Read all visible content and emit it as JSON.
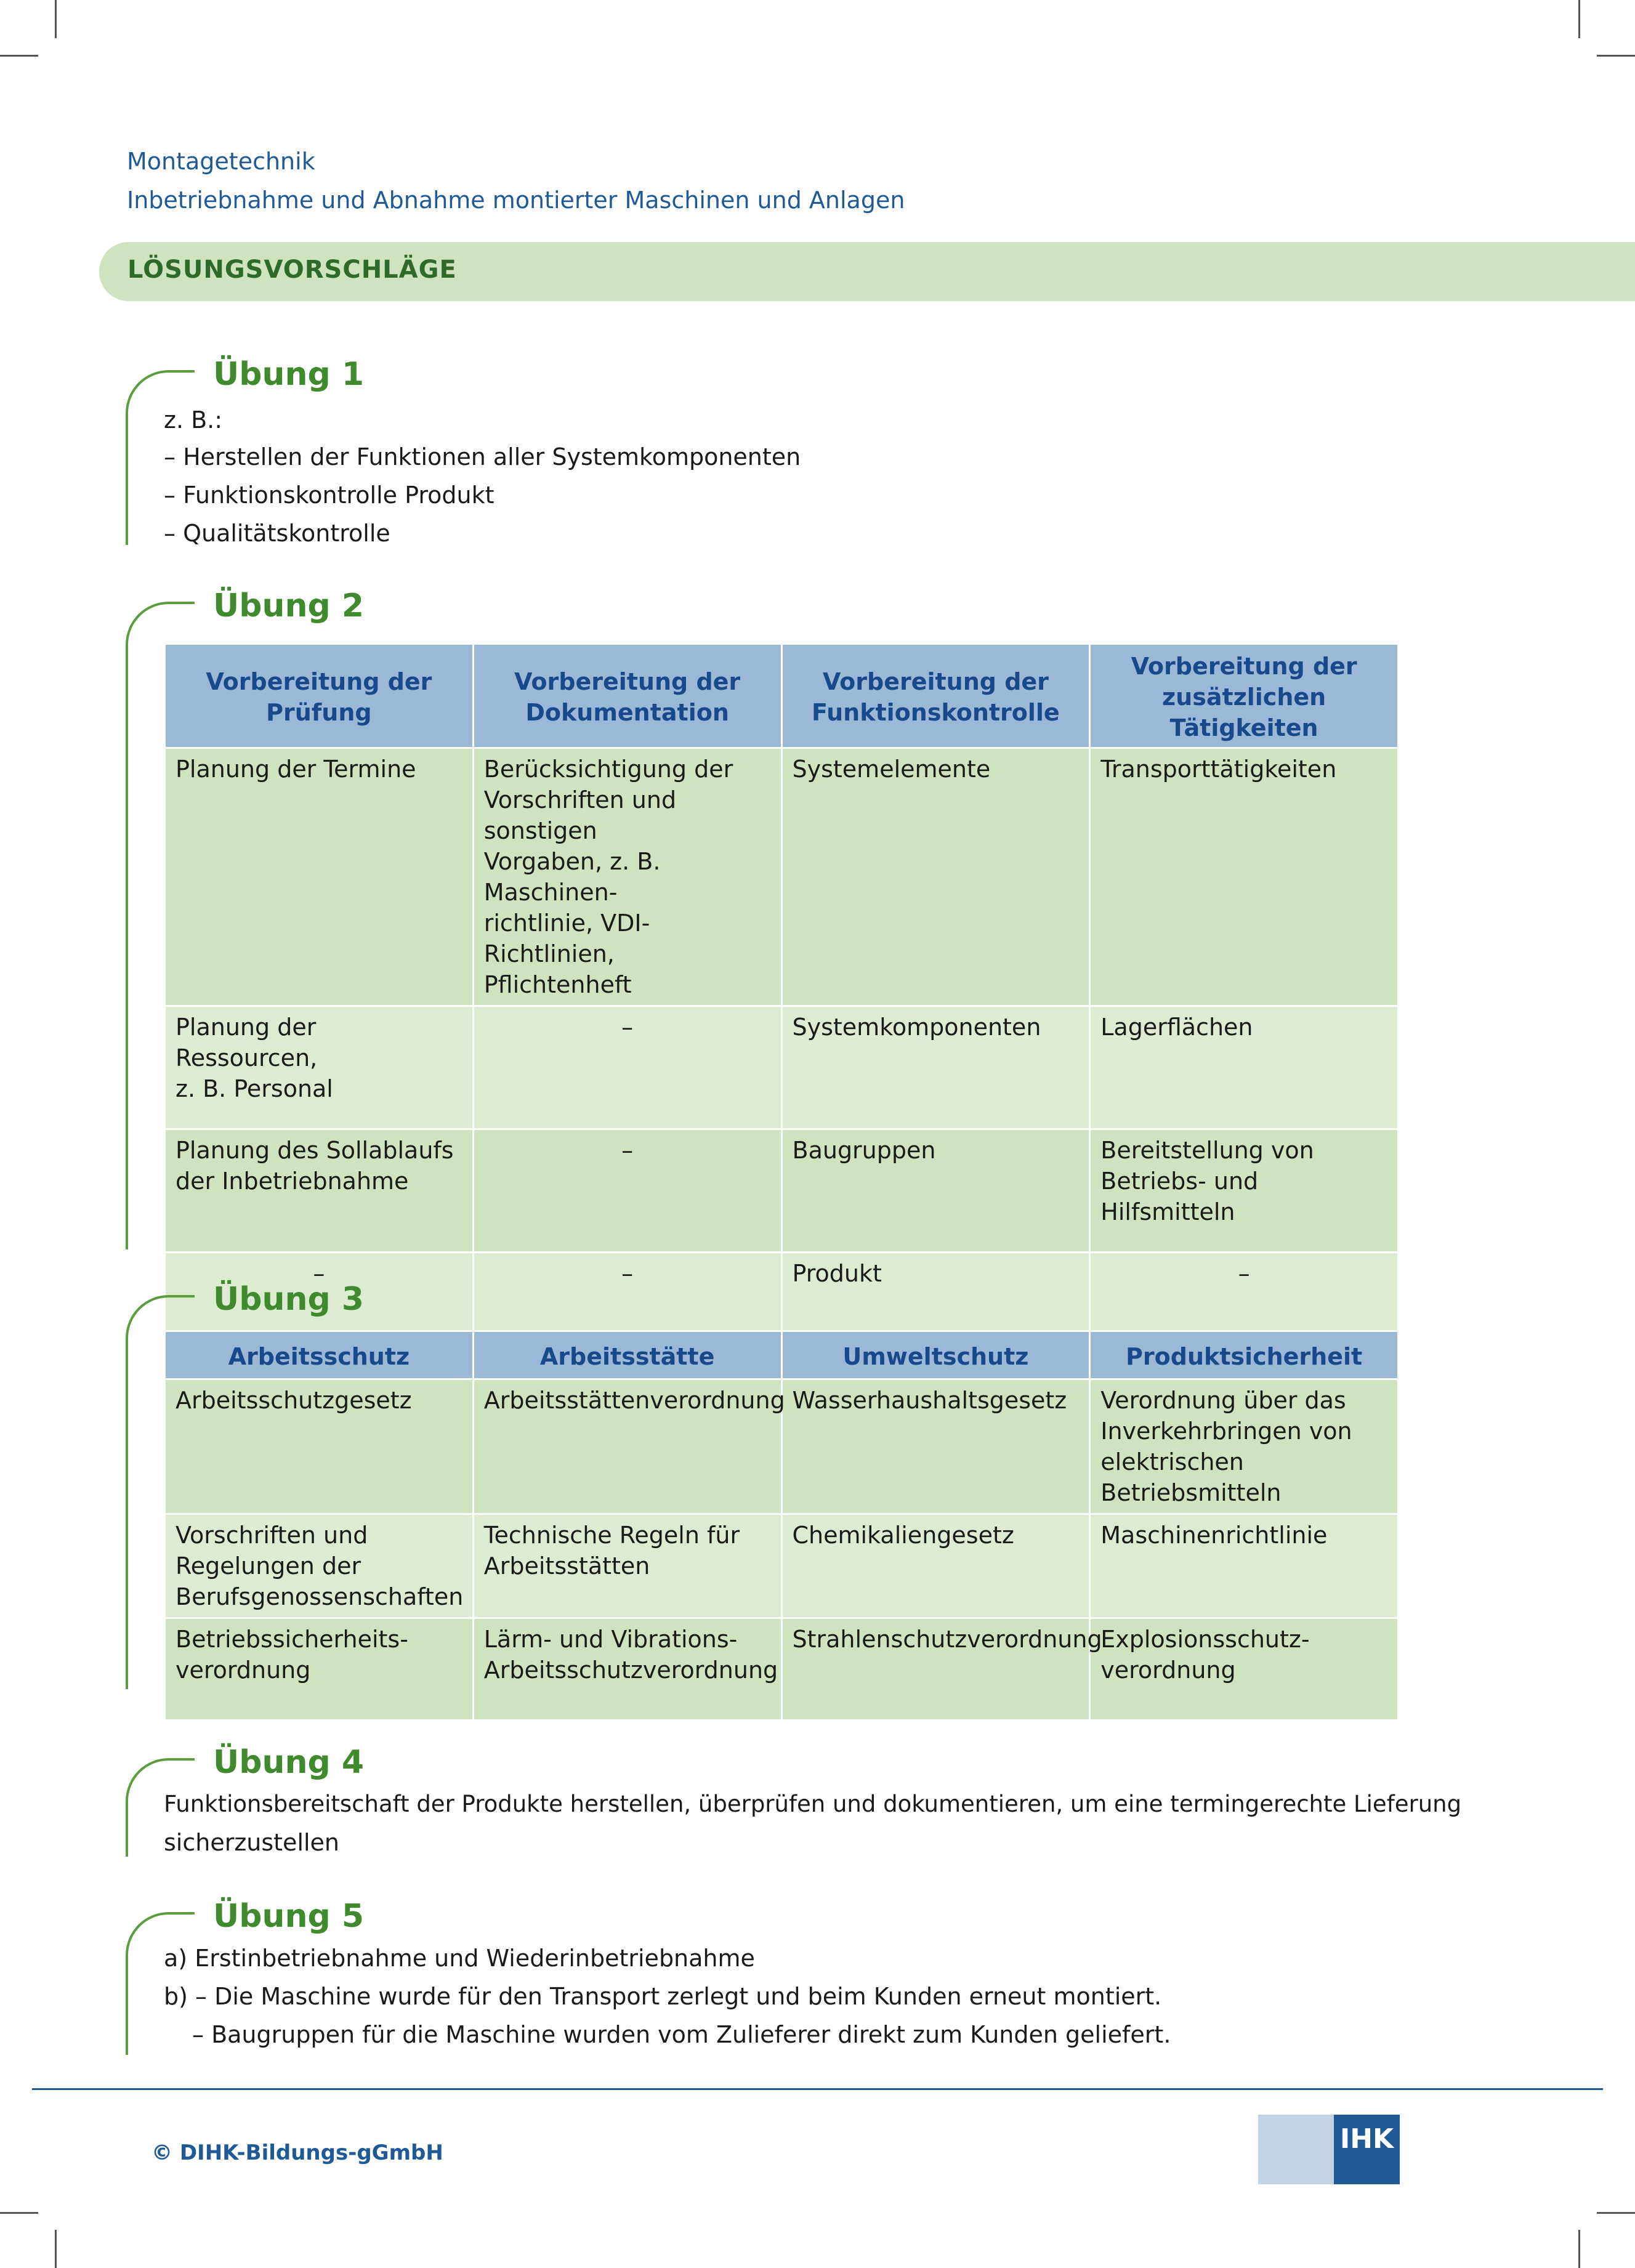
{
  "header": {
    "line1": "Montagetechnik",
    "line2": "Inbetriebnahme und Abnahme montierter Maschinen und Anlagen"
  },
  "banner": {
    "title": "LÖSUNGSVORSCHLÄGE"
  },
  "ex1": {
    "title": "Übung 1",
    "lines": [
      "z. B.:",
      "– Herstellen der Funktionen aller Systemkomponenten",
      "– Funktionskontrolle Produkt",
      "– Qualitätskontrolle"
    ]
  },
  "ex2": {
    "title": "Übung 2",
    "headers": [
      [
        "Vorbereitung der",
        "Prüfung"
      ],
      [
        "Vorbereitung der",
        "Dokumentation"
      ],
      [
        "Vorbereitung der",
        "Funktionskontrolle"
      ],
      [
        "Vorbereitung der",
        "zusätzlichen Tätigkeiten"
      ]
    ],
    "rows": [
      [
        [
          "Planung der Termine"
        ],
        [
          "Berücksichtigung der",
          "Vorschriften und sonstigen",
          "Vorgaben, z. B. Maschinen-",
          "richtlinie, VDI-Richtlinien,",
          "Pflichtenheft"
        ],
        [
          "Systemelemente"
        ],
        [
          "Transporttätigkeiten"
        ]
      ],
      [
        [
          "Planung der Ressourcen,",
          "z. B. Personal"
        ],
        [
          "–"
        ],
        [
          "Systemkomponenten"
        ],
        [
          "Lagerflächen"
        ]
      ],
      [
        [
          "Planung des Sollablaufs",
          "der Inbetriebnahme"
        ],
        [
          "–"
        ],
        [
          "Baugruppen"
        ],
        [
          "Bereitstellung von",
          "Betriebs- und Hilfsmitteln"
        ]
      ],
      [
        [
          "–"
        ],
        [
          "–"
        ],
        [
          "Produkt"
        ],
        [
          "–"
        ]
      ]
    ]
  },
  "ex3": {
    "title": "Übung 3",
    "headers": [
      "Arbeitsschutz",
      "Arbeitsstätte",
      "Umweltschutz",
      "Produktsicherheit"
    ],
    "rows": [
      [
        [
          "Arbeitsschutzgesetz"
        ],
        [
          "Arbeitsstättenverordnung"
        ],
        [
          "Wasserhaushaltsgesetz"
        ],
        [
          "Verordnung über das",
          "Inverkehrbringen von",
          "elektrischen Betriebsmitteln"
        ]
      ],
      [
        [
          "Vorschriften und",
          "Regelungen der",
          "Berufsgenossenschaften"
        ],
        [
          "Technische Regeln für",
          "Arbeitsstätten"
        ],
        [
          "Chemikaliengesetz"
        ],
        [
          "Maschinenrichtlinie"
        ]
      ],
      [
        [
          "Betriebssicherheits-",
          "verordnung"
        ],
        [
          "Lärm- und Vibrations-",
          "Arbeitsschutzverordnung"
        ],
        [
          "Strahlenschutzverordnung"
        ],
        [
          "Explosionsschutz-",
          "verordnung"
        ]
      ]
    ]
  },
  "ex4": {
    "title": "Übung 4",
    "line1": "Funktionsbereitschaft der Produkte herstellen, überprüfen und dokumentieren, um eine termingerechte Lieferung",
    "line2": "sicherzustellen"
  },
  "ex5": {
    "title": "Übung 5",
    "a": "a) Erstinbetriebnahme und Wiederinbetriebnahme",
    "b1": "b) – Die Maschine wurde für den Transport zerlegt und beim Kunden erneut montiert.",
    "b2": "– Baugruppen für die Maschine wurden vom Zulieferer direkt zum Kunden geliefert."
  },
  "footer": {
    "copyright": "© DIHK-Bildungs-gGmbH",
    "logo_text": "IHK"
  },
  "colors": {
    "brand_blue": "#1f5a96",
    "green_title": "#3f8a2c",
    "banner_green": "#cfe3c1",
    "table_header_blue": "#9bb8d6",
    "row_green_dark": "#cfe3c1",
    "row_green_light": "#deebd3"
  }
}
